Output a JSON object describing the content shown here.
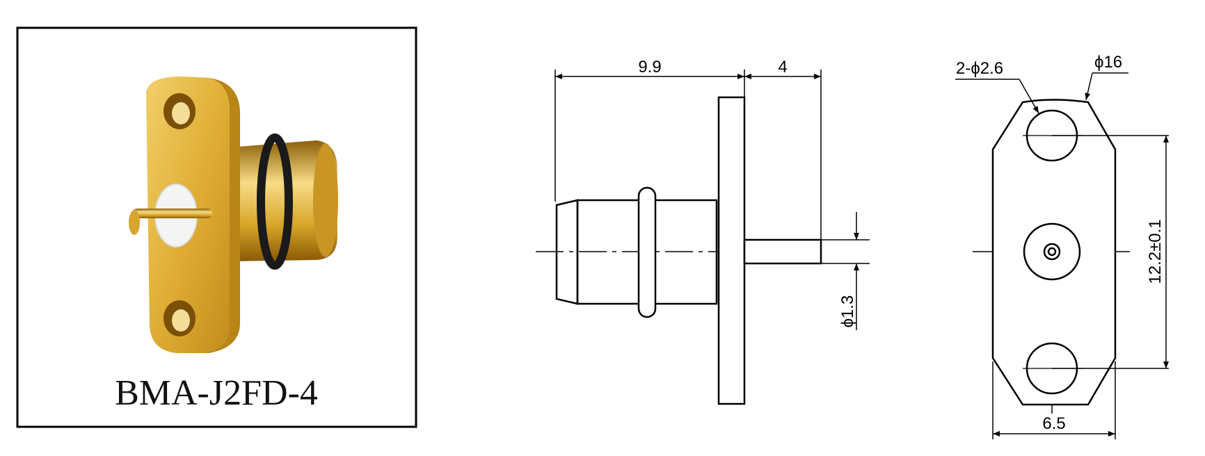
{
  "product": {
    "part_number": "BMA-J2FD-4",
    "photo": "gold-plated-flange-connector"
  },
  "side_view": {
    "dims": {
      "body_length": "9.9",
      "pin_length": "4",
      "pin_diameter": "ϕ1.3"
    }
  },
  "front_view": {
    "dims": {
      "mount_holes": "2-ϕ2.6",
      "outline": "ϕ16",
      "hole_spacing": "12.2±0.1",
      "flange_width": "6.5"
    }
  },
  "colors": {
    "line": "#000000",
    "gold_light": "#f6d77a",
    "gold_mid": "#d9a827",
    "gold_dark": "#a06f10",
    "insulator": "#f4f4f4",
    "gasket": "#1a1a1a"
  }
}
